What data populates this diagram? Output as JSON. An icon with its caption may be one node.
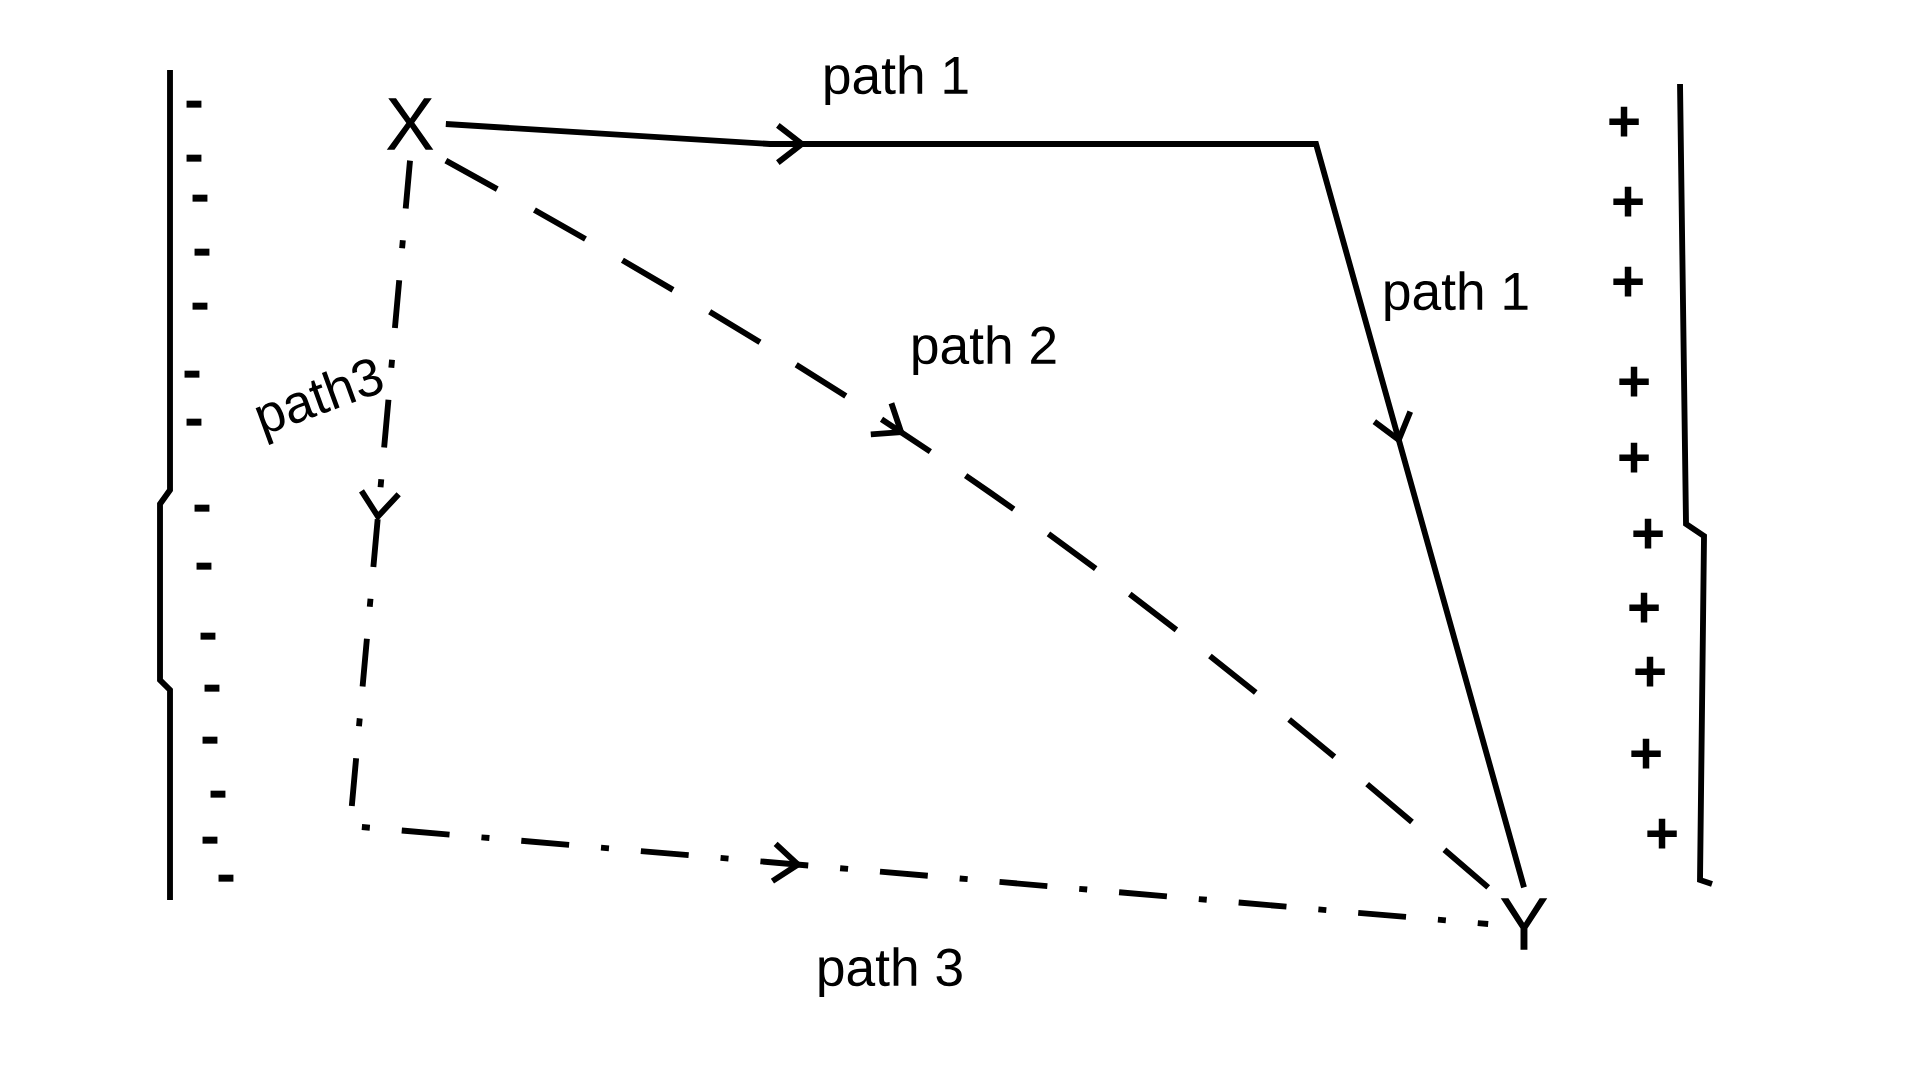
{
  "diagram": {
    "nodes": [
      {
        "text": [
          "X"
        ]
      },
      {
        "text": [
          "Y"
        ]
      }
    ],
    "edges": [
      {
        "from": 0,
        "to": 1,
        "arrow": "to",
        "label": "path 1"
      },
      {
        "from": 0,
        "to": 1,
        "arrow": "to",
        "label": "path 2",
        "style": "dashed"
      },
      {
        "from": 0,
        "to": 1,
        "arrow": "to",
        "label": "path 3",
        "style": "dashed"
      }
    ],
    "labels": [
      "path 1",
      "path3",
      "-",
      "-",
      "-",
      "-",
      "-",
      "-",
      "-",
      "-",
      "-",
      "-",
      "-",
      "-",
      "-",
      "-",
      "-",
      "+",
      "+",
      "+",
      "+",
      "+",
      "+",
      "+",
      "+",
      "+",
      "+"
    ]
  }
}
